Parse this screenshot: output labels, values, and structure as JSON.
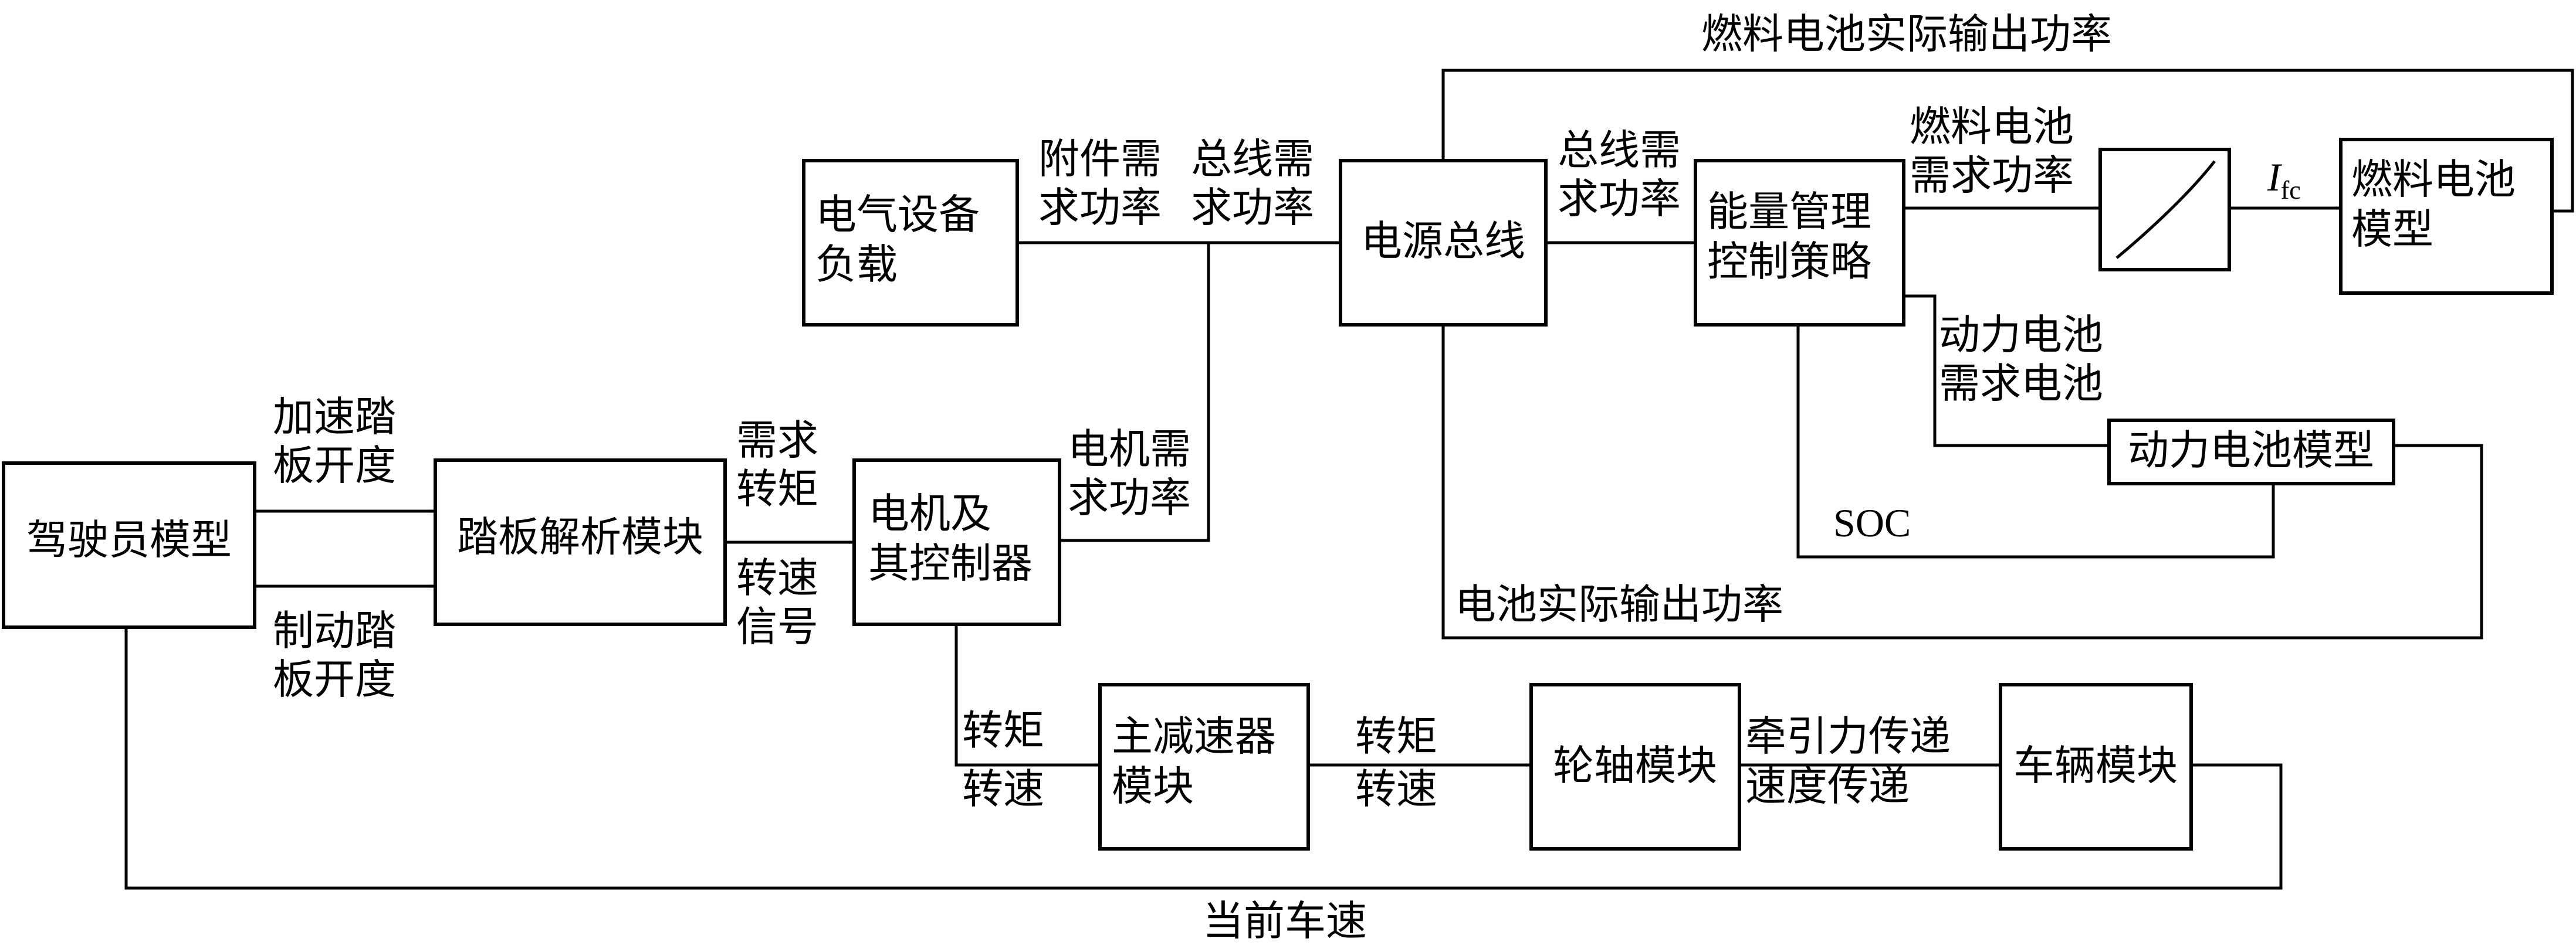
{
  "blocks": {
    "driver": [
      "驾驶员模型"
    ],
    "pedal": [
      "踏板解析模块"
    ],
    "motor": [
      "电机及",
      "其控制器"
    ],
    "electrical": [
      "电气设备",
      "负载"
    ],
    "bus": [
      "电源总线"
    ],
    "ems": [
      "能量管理",
      "控制策略"
    ],
    "curve": [],
    "fuelcell": [
      "燃料电池",
      "模型"
    ],
    "battery": [
      "动力电池模型"
    ],
    "reducer": [
      "主减速器",
      "模块"
    ],
    "axle": [
      "轮轴模块"
    ],
    "vehicle": [
      "车辆模块"
    ]
  },
  "labels": {
    "accel": [
      "加速踏",
      "板开度"
    ],
    "brake": [
      "制动踏",
      "板开度"
    ],
    "demand_torque": [
      "需求",
      "转矩"
    ],
    "speed_signal": [
      "转速",
      "信号"
    ],
    "motor_power": [
      "电机需",
      "求功率"
    ],
    "accessory_power": [
      "附件需",
      "求功率"
    ],
    "bus_power_in": [
      "总线需",
      "求功率"
    ],
    "bus_power_out": [
      "总线需",
      "求功率"
    ],
    "fc_demand": [
      "燃料电池",
      "需求功率"
    ],
    "ifc_main": "I",
    "ifc_sub": "fc",
    "fc_actual": "燃料电池实际输出功率",
    "batt_demand": [
      "动力电池",
      "需求电池"
    ],
    "soc": "SOC",
    "batt_actual": "电池实际输出功率",
    "torque_speed_1": [
      "转矩",
      "转速"
    ],
    "torque_speed_2": [
      "转矩",
      "转速"
    ],
    "traction": [
      "牵引力传递",
      "速度传递"
    ],
    "current_speed": "当前车速"
  }
}
